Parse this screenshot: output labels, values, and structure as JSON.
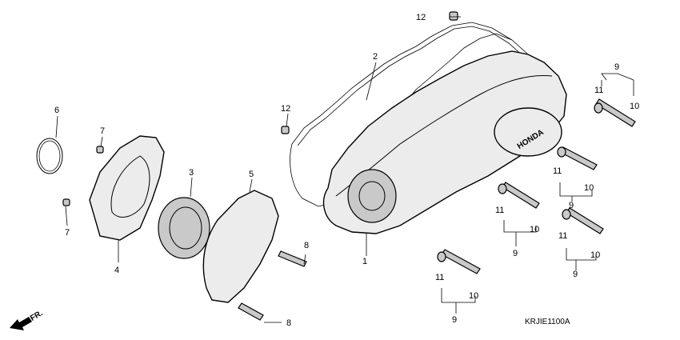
{
  "diagram": {
    "code": "KRJIE1100A",
    "front_marker": "FR.",
    "brand_mark": "HONDA",
    "callouts": {
      "n1": "1",
      "n2": "2",
      "n3": "3",
      "n4": "4",
      "n5": "5",
      "n6": "6",
      "n7a": "7",
      "n7b": "7",
      "n8a": "8",
      "n8b": "8",
      "n12a": "12",
      "n12b": "12",
      "g1_9": "9",
      "g1_11": "11",
      "g1_10": "10",
      "g2_11": "11",
      "g2_10": "10",
      "g2_9": "9",
      "g3_11": "11",
      "g3_10": "10",
      "g3_9": "9",
      "g4_11": "11",
      "g4_10": "10",
      "g4_9": "9",
      "g5_11": "11",
      "g5_10": "10",
      "g5_9": "9"
    }
  }
}
